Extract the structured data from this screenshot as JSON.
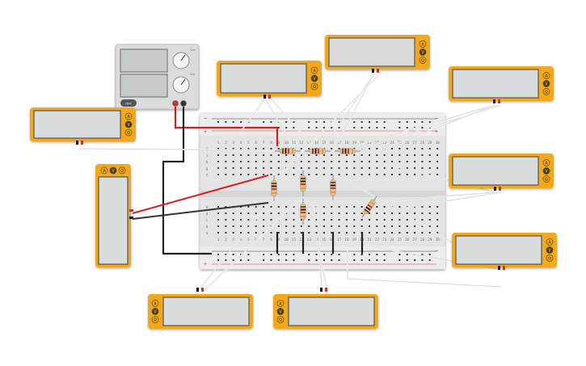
{
  "power_supply": {
    "off_label": "OFF",
    "knob_labels": [
      "Cur",
      "Vol"
    ]
  },
  "multimeter": {
    "mode_labels": [
      "A",
      "V",
      "Ω"
    ]
  },
  "breadboard": {
    "row_letters_top": [
      "j",
      "i",
      "h",
      "g",
      "f"
    ],
    "row_letters_bottom": [
      "e",
      "d",
      "c",
      "b",
      "a"
    ],
    "column_numbers": [
      "1",
      "2",
      "3",
      "4",
      "5",
      "6",
      "7",
      "8",
      "9",
      "10",
      "11",
      "12",
      "13",
      "14",
      "15",
      "16",
      "17",
      "18",
      "19",
      "20",
      "21",
      "22",
      "23",
      "24",
      "25",
      "26",
      "27",
      "28",
      "29",
      "30"
    ],
    "rail_plus": "+",
    "rail_minus": "−"
  },
  "colors": {
    "meter_body": "#f2a81d",
    "meter_screen": "#d9dcdd",
    "breadboard": "#e4e4e4",
    "wire_red": "#d62020",
    "wire_black": "#222222",
    "probe_wire": "#eeeeee"
  }
}
